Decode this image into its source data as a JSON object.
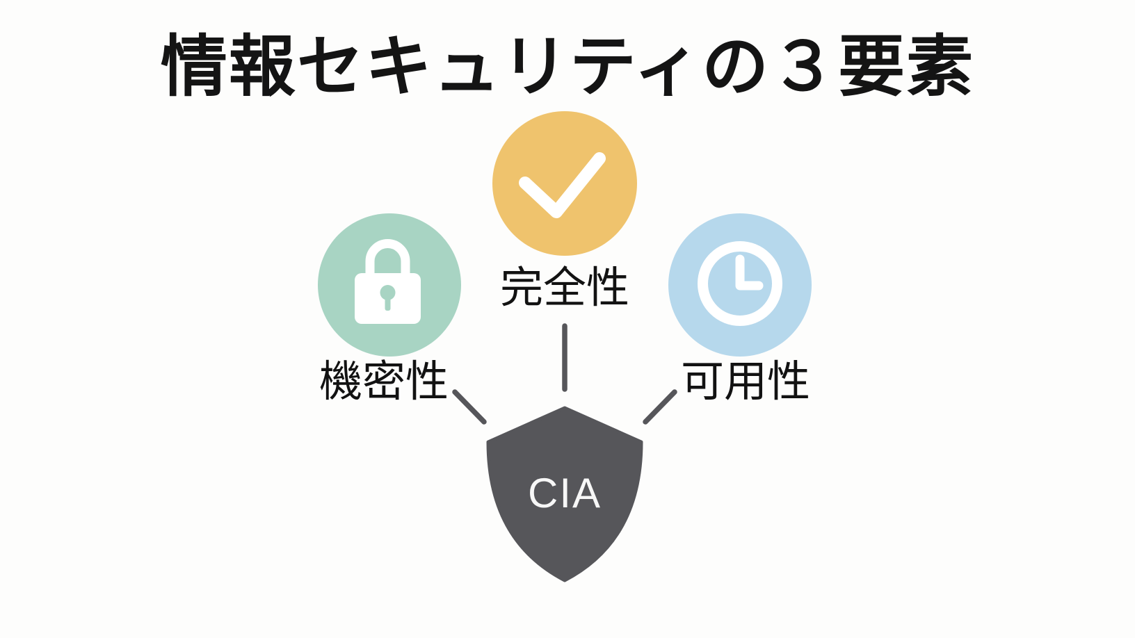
{
  "title": "情報セキュリティの３要素",
  "shield": {
    "label": "CIA"
  },
  "elements": [
    {
      "key": "confidentiality",
      "label": "機密性",
      "icon": "lock-icon",
      "color": "#a8d4c3"
    },
    {
      "key": "integrity",
      "label": "完全性",
      "icon": "check-icon",
      "color": "#efc36d"
    },
    {
      "key": "availability",
      "label": "可用性",
      "icon": "clock-icon",
      "color": "#b6d8ec"
    }
  ],
  "colors": {
    "background": "#fdfdfc",
    "shield_fill": "#56565a",
    "connector_line": "#56565a",
    "title_text": "#141414",
    "label_text": "#121212",
    "icon_glyph": "#ffffff",
    "shield_label_text": "#f7f7f7"
  }
}
